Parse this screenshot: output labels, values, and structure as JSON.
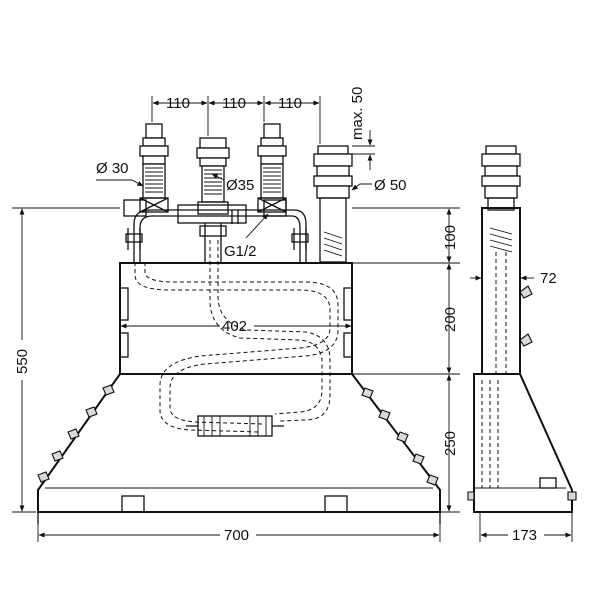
{
  "drawing": {
    "dimensions": {
      "spacing_1": "110",
      "spacing_2": "110",
      "spacing_3": "110",
      "max_height": "max. 50",
      "dia_30": "Ø 30",
      "dia_35": "Ø35",
      "dia_50": "Ø 50",
      "thread": "G1/2",
      "width_inner": "402",
      "total_width": "700",
      "total_height": "550",
      "h_100": "100",
      "h_200": "200",
      "h_250": "250",
      "side_depth": "72",
      "side_width": "173"
    }
  }
}
